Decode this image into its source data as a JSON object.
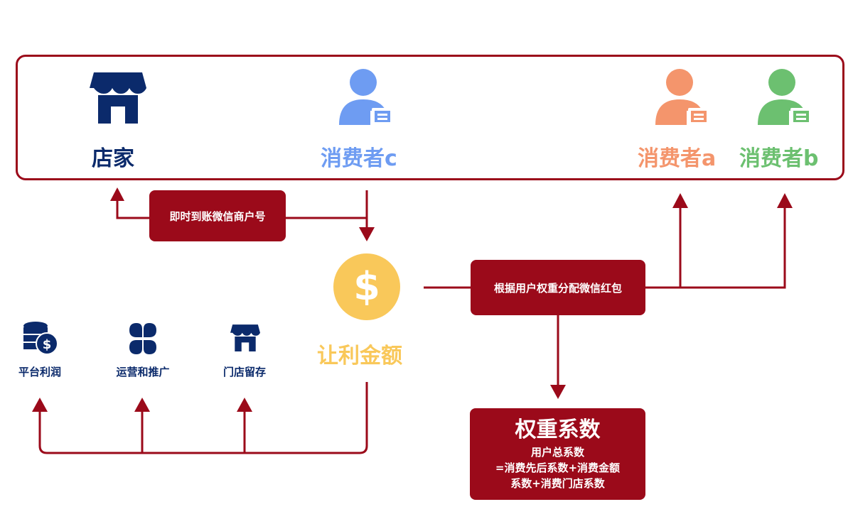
{
  "nodes": {
    "merchant": {
      "label": "店家"
    },
    "consumer_c": {
      "label": "消费者c"
    },
    "consumer_a": {
      "label": "消费者a"
    },
    "consumer_b": {
      "label": "消费者b"
    },
    "discount": {
      "label": "让利金额"
    },
    "platform_profit": {
      "label": "平台利润"
    },
    "operations": {
      "label": "运营和推广"
    },
    "store_retention": {
      "label": "门店留存"
    }
  },
  "boxes": {
    "instant_pay": {
      "label": "即时到账微信商户号"
    },
    "distribute": {
      "label": "根据用户权重分配微信红包"
    },
    "weight": {
      "title": "权重系数",
      "line1": "用户总系数",
      "line2": "=消费先后系数+消费金额",
      "line3": "系数+消费门店系数"
    }
  },
  "colors": {
    "frame": "#9b0a1a",
    "merchant": "#0b2a6b",
    "consumer_c": "#6e9cf2",
    "consumer_a": "#f4956c",
    "consumer_b": "#6cc070",
    "discount": "#f9c85a"
  },
  "icons": [
    "store-icon",
    "user-card-icon",
    "dollar-coin-icon",
    "coin-stack-icon",
    "clover-icon"
  ]
}
